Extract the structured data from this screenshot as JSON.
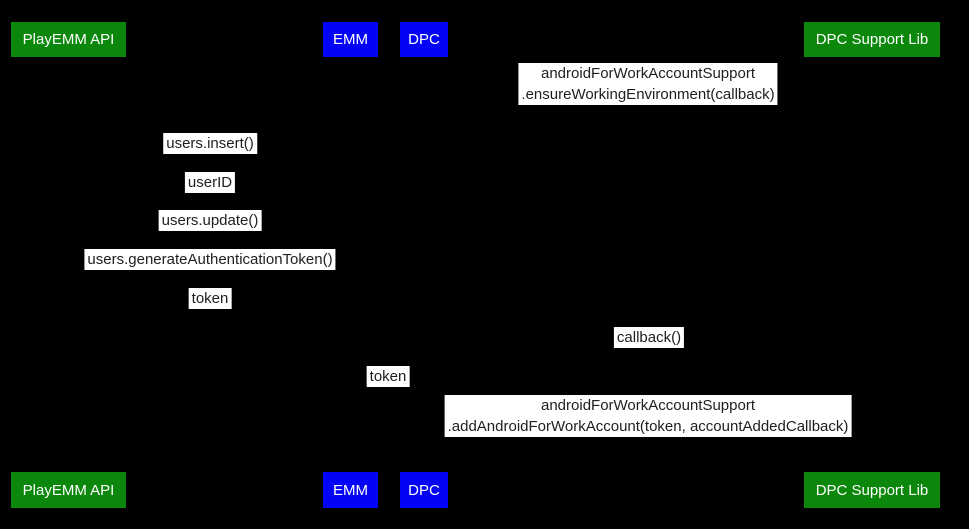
{
  "participants": {
    "playemm_api": {
      "label": "PlayEMM API"
    },
    "emm": {
      "label": "EMM"
    },
    "dpc": {
      "label": "DPC"
    },
    "dpc_support_lib": {
      "label": "DPC Support Lib"
    }
  },
  "messages": [
    {
      "lines": [
        "androidForWorkAccountSupport",
        ".ensureWorkingEnvironment(callback)"
      ]
    },
    {
      "lines": [
        "users.insert()"
      ]
    },
    {
      "lines": [
        "userID"
      ]
    },
    {
      "lines": [
        "users.update()"
      ]
    },
    {
      "lines": [
        "users.generateAuthenticationToken()"
      ]
    },
    {
      "lines": [
        "token"
      ]
    },
    {
      "lines": [
        "callback()"
      ]
    },
    {
      "lines": [
        "token"
      ]
    },
    {
      "lines": [
        "androidForWorkAccountSupport",
        ".addAndroidForWorkAccount(token, accountAddedCallback)"
      ]
    }
  ],
  "colors": {
    "background": "#000000",
    "participant_green": "#0b870b",
    "participant_blue": "#0303f8",
    "participant_text": "#ffffff",
    "message_background": "#ffffff",
    "message_text": "#1e1e1e"
  }
}
